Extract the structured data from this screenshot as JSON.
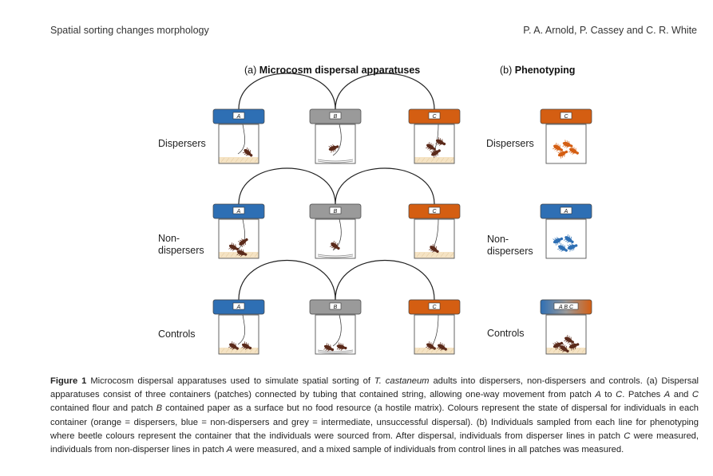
{
  "header": {
    "left": "Spatial sorting changes morphology",
    "right": "P. A. Arnold, P. Cassey and C. R. White"
  },
  "panels": {
    "a": {
      "prefix": "(a) ",
      "title": "Microcosm dispersal apparatuses"
    },
    "b": {
      "prefix": "(b) ",
      "title": "Phenotyping"
    }
  },
  "rows": [
    {
      "label_line1": "Dispersers",
      "label_line2": ""
    },
    {
      "label_line1": "Non-",
      "label_line2": "dispersers"
    },
    {
      "label_line1": "Controls",
      "label_line2": ""
    }
  ],
  "patches": {
    "A": {
      "label": "A",
      "lid_color": "#2e6fb4",
      "substrate": "flour"
    },
    "B": {
      "label": "B",
      "lid_color": "#9a9a9a",
      "substrate": "paper"
    },
    "C": {
      "label": "C",
      "lid_color": "#d45e12",
      "substrate": "flour"
    },
    "mixed_label": "A B C"
  },
  "colors": {
    "orange": "#d45e12",
    "blue": "#2e6fb4",
    "grey": "#9a9a9a",
    "beetle_brown": "#5b2a1a",
    "flour": "#f5e3c4"
  },
  "caption": {
    "label": "Figure 1",
    "p1": " Microcosm dispersal apparatuses used to simulate spatial sorting of ",
    "species": "T. castaneum",
    "p2": " adults into dispersers, non-dispersers and controls. (a) Dispersal apparatuses consist of three containers (patches) connected by tubing that contained string, allowing one-way movement from patch ",
    "A1": "A",
    "p3": " to ",
    "C1": "C",
    "p4": ". Patches ",
    "A2": "A",
    "p5": " and ",
    "C2": "C",
    "p6": " contained flour and patch ",
    "B1": "B",
    "p7": " contained paper as a surface but no food resource (a hostile matrix). Colours represent the state of dispersal for individuals in each container (orange = dispersers, blue = non-dispersers and grey = intermediate, unsuccessful dispersal). (b) Individuals sampled from each line for phenotyping where beetle colours represent the container that the individuals were sourced from. After dispersal, individuals from disperser lines in patch ",
    "C3": "C",
    "p8": " were measured, individuals from non-disperser lines in patch ",
    "A3": "A",
    "p9": " were measured, and a mixed sample of individuals from control lines in all patches was measured."
  }
}
